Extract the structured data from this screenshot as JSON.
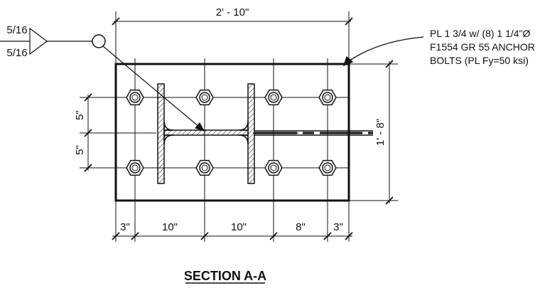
{
  "title": "SECTION A-A",
  "weld_symbol": {
    "top_size": "5/16",
    "bottom_size": "5/16"
  },
  "note": {
    "lines": [
      "PL 1 3/4 w/ (8) 1 1/4\"Ø",
      "F1554 GR 55 ANCHOR",
      "BOLTS (PL Fy=50 ksi)"
    ]
  },
  "dimensions": {
    "overall_width": "2' - 10\"",
    "overall_height": "1' - 8\"",
    "left_vertical": [
      "5\"",
      "5\""
    ],
    "bottom_spacing": [
      "3\"",
      "10\"",
      "10\"",
      "8\"",
      "3\""
    ]
  },
  "anchor_bolts": {
    "count": 8,
    "rows": 2,
    "columns": 4
  }
}
